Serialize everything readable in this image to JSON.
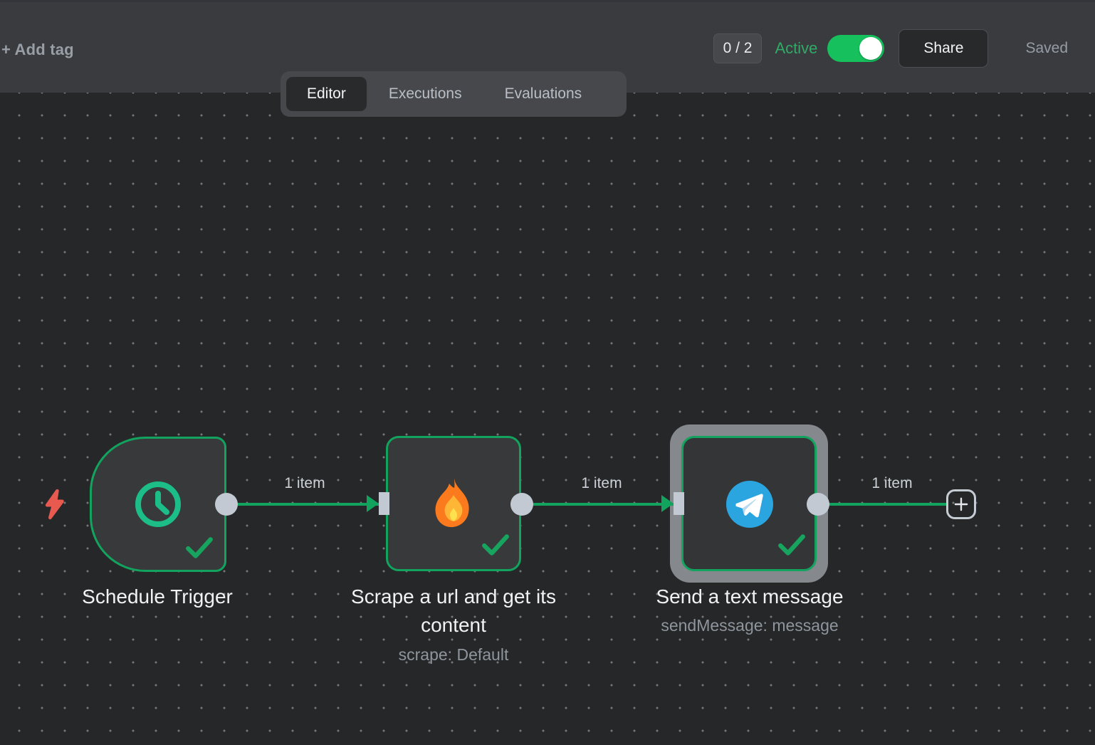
{
  "header": {
    "add_tag_label": "+ Add tag",
    "counter": "0 / 2",
    "active_label": "Active",
    "active_state": "on",
    "share_label": "Share",
    "saved_label": "Saved"
  },
  "tabs": [
    {
      "label": "Editor",
      "active": true
    },
    {
      "label": "Executions",
      "active": false
    },
    {
      "label": "Evaluations",
      "active": false
    }
  ],
  "canvas": {
    "nodes": [
      {
        "title": "Schedule Trigger",
        "subtitle": "",
        "icon": "clock-icon",
        "type": "trigger",
        "status": "success",
        "selected": false
      },
      {
        "title": "Scrape a url and get its content",
        "subtitle": "scrape: Default",
        "icon": "flame-icon",
        "type": "action",
        "status": "success",
        "selected": false
      },
      {
        "title": "Send a text message",
        "subtitle": "sendMessage: message",
        "icon": "telegram-icon",
        "type": "action",
        "status": "success",
        "selected": true
      }
    ],
    "connections": [
      {
        "label": "1 item"
      },
      {
        "label": "1 item"
      },
      {
        "label": "1 item"
      }
    ]
  },
  "colors": {
    "accent_green": "#12a35e",
    "icon_teal": "#1cbd87",
    "toggle_green": "#16c05d",
    "active_text_green": "#31a967",
    "trigger_bolt_red": "#e8594f",
    "telegram_blue": "#2aa5e0",
    "port_gray": "#c2c9d2",
    "selection_gray": "#85888d",
    "canvas_bg": "#262728",
    "header_bg": "#3a3b3e",
    "node_bg": "#37393b"
  }
}
